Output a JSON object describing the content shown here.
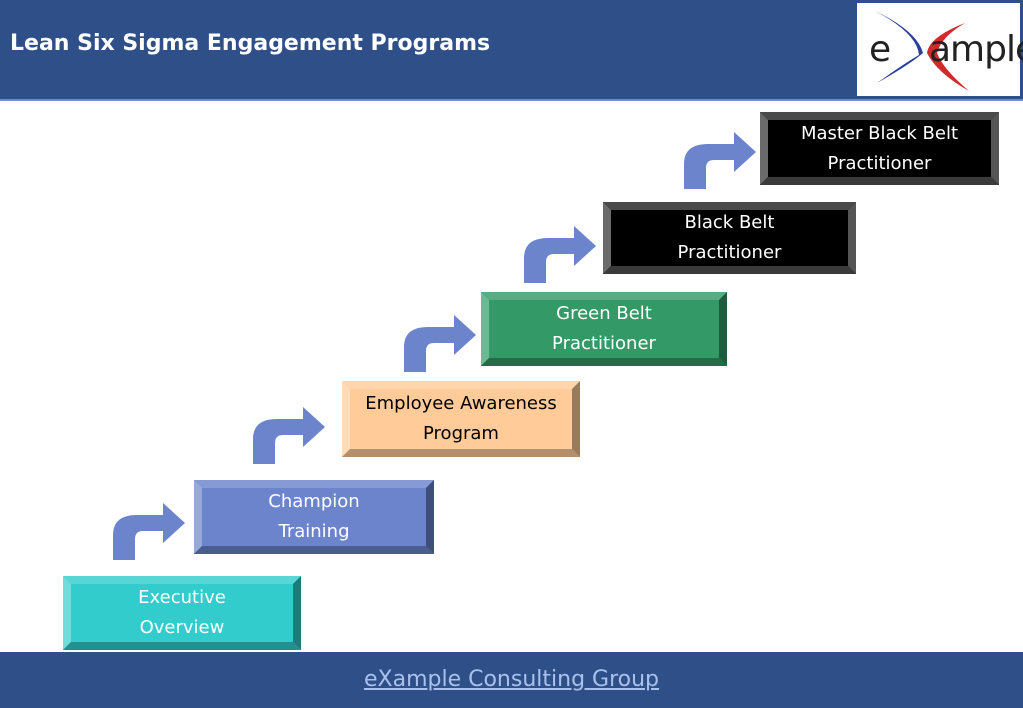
{
  "header": {
    "title": "Lean Six Sigma Engagement Programs",
    "logo_text_left": "e",
    "logo_text_right": "ample"
  },
  "steps": [
    {
      "label": "Executive\nOverview",
      "color": "#33cccc",
      "text_color": "#ffffff"
    },
    {
      "label": "Champion\nTraining",
      "color": "#6b84cc",
      "text_color": "#ffffff"
    },
    {
      "label": "Employee Awareness\nProgram",
      "color": "#ffcc99",
      "text_color": "#000000"
    },
    {
      "label": "Green Belt\nPractitioner",
      "color": "#339966",
      "text_color": "#ffffff"
    },
    {
      "label": "Black Belt\nPractitioner",
      "color": "#000000",
      "text_color": "#ffffff"
    },
    {
      "label": "Master Black Belt\nPractitioner",
      "color": "#000000",
      "text_color": "#ffffff"
    }
  ],
  "arrow_color": "#6b84cc",
  "footer": {
    "link_text": "eXample Consulting Group"
  }
}
